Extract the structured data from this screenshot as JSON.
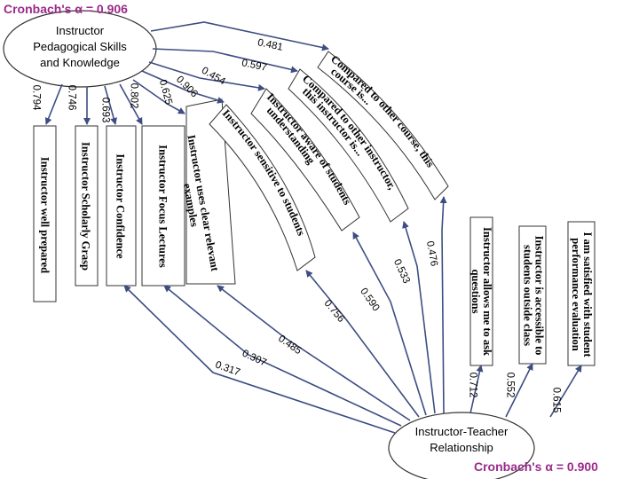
{
  "colors": {
    "alpha_text": "#9b2a8a",
    "arrow": "#3d4d82",
    "border": "#333333"
  },
  "top_ellipse": {
    "lines": [
      "Instructor",
      "Pedagogical Skills",
      "and Knowledge"
    ],
    "alpha": "Cronbach's α = 0.906"
  },
  "bottom_ellipse": {
    "lines": [
      "Instructor-Teacher",
      "Relationship"
    ],
    "alpha": "Cronbach's α = 0.900"
  },
  "pedagogical_items": [
    {
      "label": "Instructor well prepared",
      "coef": "0.794"
    },
    {
      "label": "Instructor Scholarly Grasp",
      "coef": "0.746"
    },
    {
      "label": "Instructor Confidence",
      "coef": "0.693"
    },
    {
      "label": "Instructor Focus Lectures",
      "coef": "0.802"
    },
    {
      "label": "Instructor uses clear relevant examples",
      "coef": "0.625"
    },
    {
      "label": "Instructor sensitive to students",
      "coef": "0.906"
    },
    {
      "label": "Instructor aware of students understanding",
      "coef": "0.454"
    },
    {
      "label": "Compared to other instructor, this instructor is...",
      "coef": "0.597"
    },
    {
      "label": "Compared to other course, this course is...",
      "coef": "0.481"
    }
  ],
  "relationship_items": [
    {
      "label": "I am satisfied with student performance evaluation",
      "coef": "0.615"
    },
    {
      "label": "Instructor is accessible to students outside class",
      "coef": "0.552"
    },
    {
      "label": "Instructor allows me to ask questions",
      "coef": "0.712"
    }
  ],
  "cross_coefs": [
    "0.476",
    "0.533",
    "0.590",
    "0.756",
    "0.485",
    "0.307",
    "0.317"
  ]
}
